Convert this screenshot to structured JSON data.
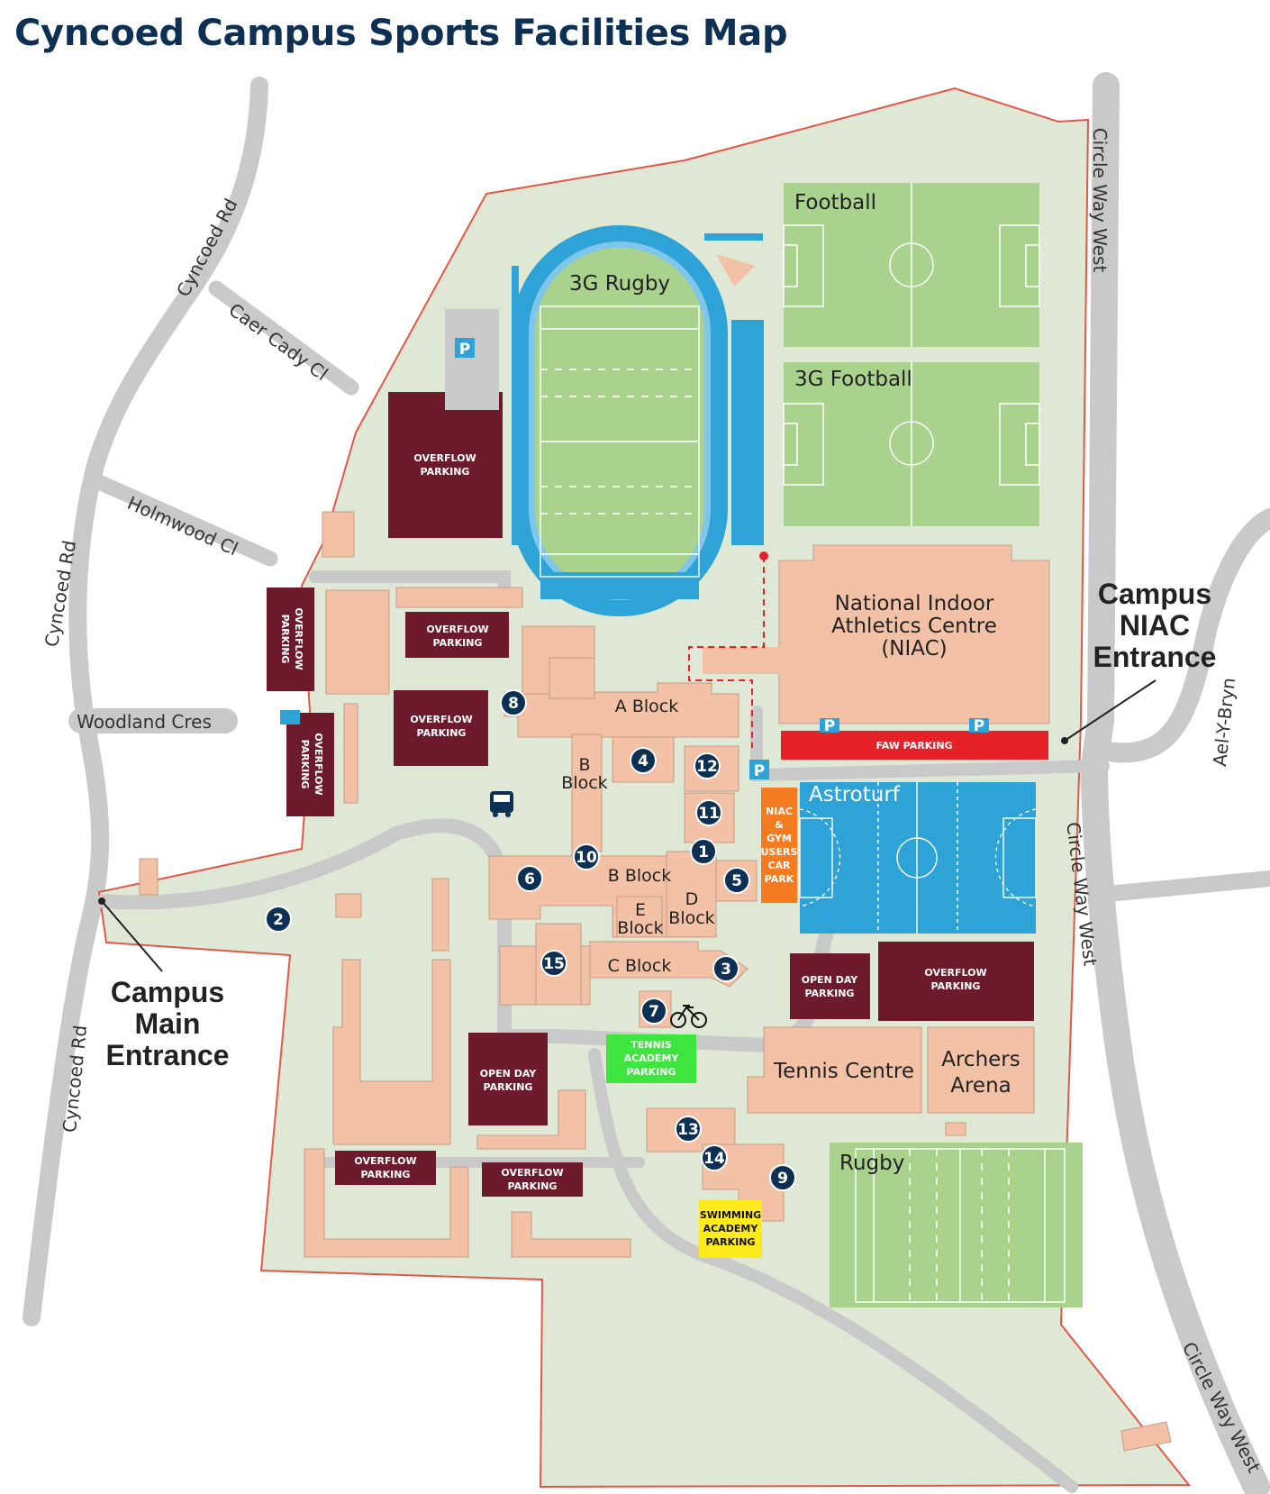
{
  "title": "Cyncoed Campus Sports Facilities Map",
  "colors": {
    "campus": "#dfe8d4",
    "boundary": "#e0584a",
    "road": "#c9c9c9",
    "building": "#f3c1a6",
    "parking": "#6d1b2c",
    "pitch": "#a9d38c",
    "astro": "#2ea3d8",
    "track": "#2ea3d8",
    "faw": "#e62128",
    "niac_gym": "#f47b20",
    "tennis_academy": "#3ee53e",
    "swimming_academy": "#ffea1c",
    "marker": "#0f3055"
  },
  "roads": {
    "cyncoed_rd_top": "Cyncoed Rd",
    "caer_cady": "Caer Cady Cl",
    "holmwood": "Holmwood Cl",
    "cyncoed_rd_mid": "Cyncoed Rd",
    "woodland": "Woodland Cres",
    "cyncoed_rd_bottom": "Cyncoed Rd",
    "circle_way_top": "Circle Way West",
    "circle_way_mid": "Circle Way West",
    "circle_way_bottom": "Circle Way West",
    "ael_y_bryn": "Ael-Y-Bryn"
  },
  "facilities": {
    "football": "Football",
    "football_3g": "3G Football",
    "rugby_3g": "3G Rugby",
    "niac_l1": "National Indoor",
    "niac_l2": "Athletics Centre",
    "niac_l3": "(NIAC)",
    "astroturf": "Astroturf",
    "tennis": "Tennis Centre",
    "archers_l1": "Archers",
    "archers_l2": "Arena",
    "rugby": "Rugby"
  },
  "blocks": {
    "a": "A Block",
    "b_l1": "B",
    "b_l2": "Block",
    "b_main": "B Block",
    "c": "C Block",
    "d_l1": "D",
    "d_l2": "Block",
    "e_l1": "E",
    "e_l2": "Block"
  },
  "parking": {
    "overflow_l1": "OVERFLOW",
    "overflow_l2": "PARKING",
    "open_day_l1": "OPEN DAY",
    "open_day_l2": "PARKING",
    "faw": "FAW PARKING",
    "niac_gym": [
      "NIAC",
      "&",
      "GYM",
      "USERS",
      "CAR",
      "PARK"
    ],
    "tennis_academy": [
      "TENNIS",
      "ACADEMY",
      "PARKING"
    ],
    "swimming_academy": [
      "SWIMMING",
      "ACADEMY",
      "PARKING"
    ],
    "p_symbol": "P"
  },
  "entrances": {
    "main": [
      "Campus",
      "Main",
      "Entrance"
    ],
    "niac": [
      "Campus",
      "NIAC",
      "Entrance"
    ]
  },
  "markers": [
    "1",
    "2",
    "3",
    "4",
    "5",
    "6",
    "7",
    "8",
    "9",
    "10",
    "11",
    "12",
    "13",
    "14",
    "15"
  ]
}
